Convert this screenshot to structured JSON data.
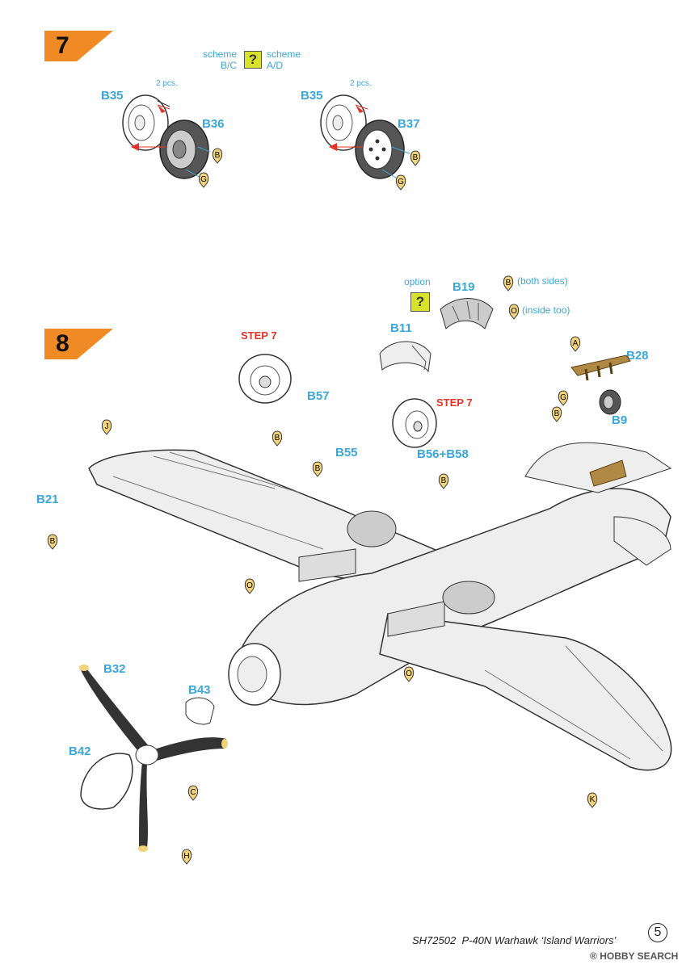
{
  "step7": {
    "number": "7",
    "scheme_left": "scheme\nB/C",
    "scheme_left_1": "scheme",
    "scheme_left_2": "B/C",
    "scheme_right_1": "scheme",
    "scheme_right_2": "A/D",
    "question_mark": "?",
    "left": {
      "pcs": "2 pcs.",
      "part_a": "B35",
      "part_b": "B36"
    },
    "right": {
      "pcs": "2 pcs.",
      "part_a": "B35",
      "part_b": "B37"
    },
    "glue_b": "B",
    "glue_g": "G"
  },
  "step8": {
    "number": "8",
    "option": "option",
    "question_mark": "?",
    "b19": "B19",
    "both_sides": "(both sides)",
    "inside_too": "(inside too)",
    "b11": "B11",
    "b28": "B28",
    "b9": "B9",
    "step7_a": "STEP 7",
    "step7_b": "STEP 7",
    "b57": "B57",
    "b55": "B55",
    "b56b58": "B56+B58",
    "b21": "B21",
    "b32": "B32",
    "b43": "B43",
    "b42": "B42",
    "glue": {
      "a": "A",
      "b": "B",
      "c": "C",
      "g": "G",
      "h": "H",
      "j": "J",
      "k": "K",
      "o": "O"
    }
  },
  "footer": {
    "code": "SH72502",
    "title": "P-40N Warhawk ‘Island Warriors’",
    "page": "5",
    "watermark": "HOBBY SEARCH",
    "watermark_symbol": "®"
  },
  "colors": {
    "accent_orange": "#f08a24",
    "label_blue": "#3aa7d8",
    "step_red": "#e5332a",
    "question_yellow": "#d8e22a",
    "glue_yellow": "#f2d27a"
  }
}
